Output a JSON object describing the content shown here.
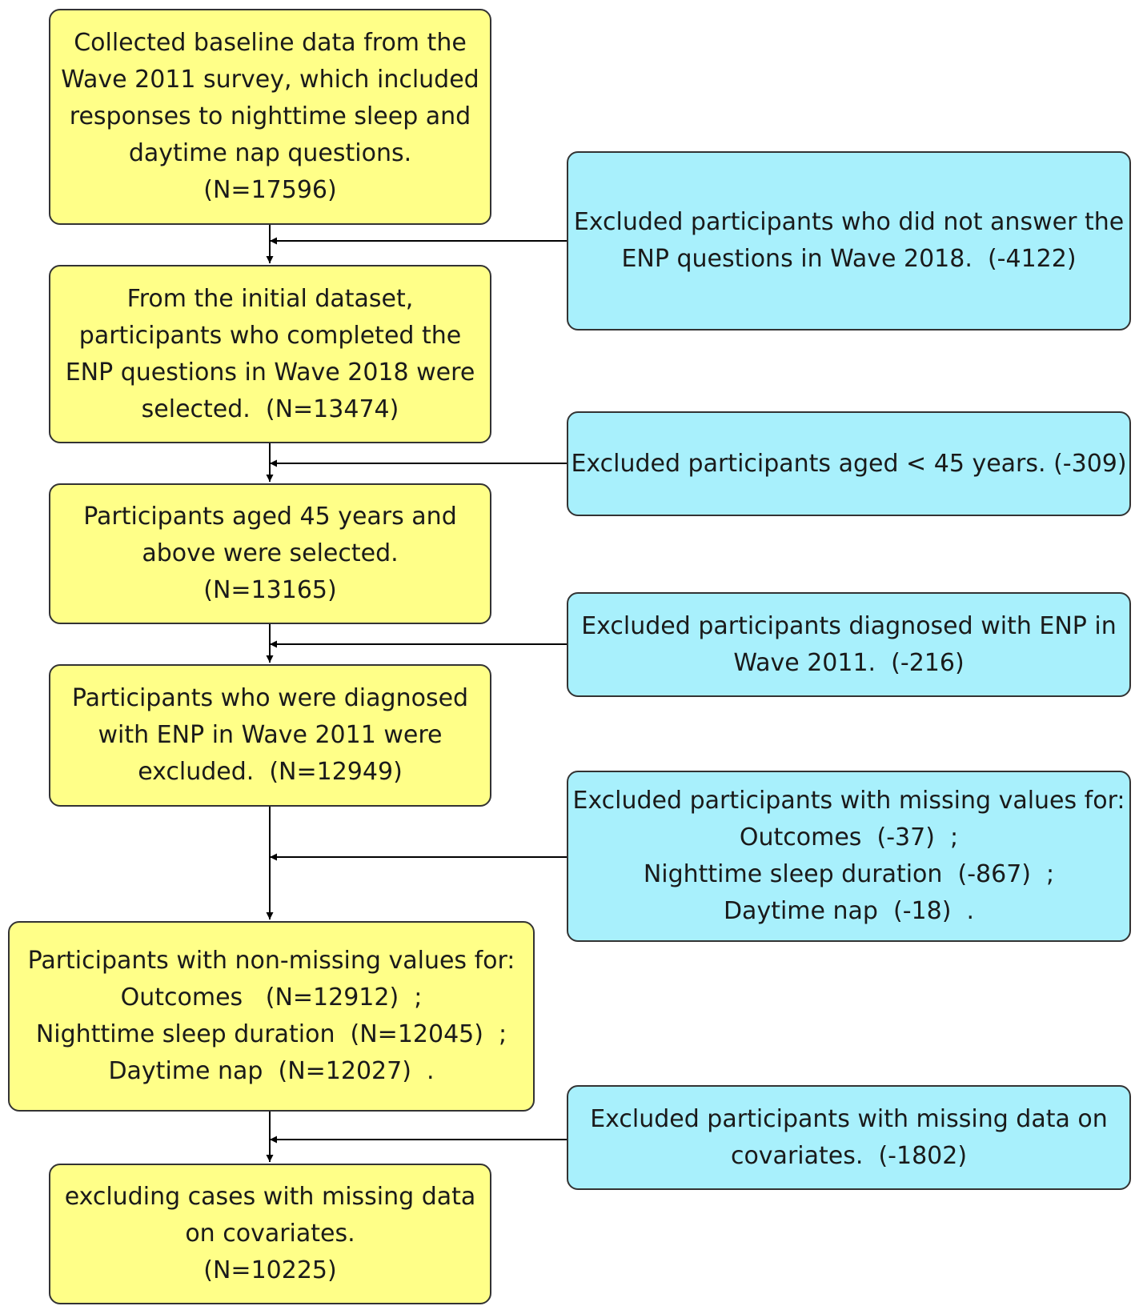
{
  "colors": {
    "main_box": "#ffff88",
    "exclusion_box": "#a8f0fc",
    "lines": "#000000"
  },
  "main": [
    {
      "lines": [
        "Collected baseline data from the",
        "Wave 2011 survey, which included",
        "responses to nighttime sleep and",
        "daytime nap questions.",
        "(N=17596)"
      ]
    },
    {
      "lines": [
        "From the initial dataset,",
        "participants who completed the",
        "ENP questions in Wave 2018 were",
        "selected.  (N=13474)"
      ]
    },
    {
      "lines": [
        "Participants aged 45 years and",
        "above were selected.",
        "(N=13165)"
      ]
    },
    {
      "lines": [
        "Participants who were diagnosed",
        "with ENP in Wave 2011 were",
        "excluded.  (N=12949)"
      ]
    },
    {
      "lines": [
        "Participants with non-missing values for:",
        "Outcomes   (N=12912)  ;",
        "Nighttime sleep duration  (N=12045)  ;",
        "Daytime nap  (N=12027)  ."
      ]
    },
    {
      "lines": [
        "excluding cases with missing data",
        "on covariates.",
        "(N=10225)"
      ]
    }
  ],
  "exclusions": [
    {
      "lines": [
        "Excluded participants who did not answer the",
        "ENP questions in Wave 2018.  (-4122)"
      ]
    },
    {
      "lines": [
        "Excluded participants aged < 45 years. (-309)"
      ]
    },
    {
      "lines": [
        "Excluded participants diagnosed with ENP in",
        "Wave 2011.  (-216)"
      ]
    },
    {
      "lines": [
        "Excluded participants with missing values for:",
        "Outcomes  (-37)  ;",
        "Nighttime sleep duration  (-867)  ;",
        "Daytime nap  (-18)  ."
      ]
    },
    {
      "lines": [
        "Excluded participants with missing data on",
        "covariates.  (-1802)"
      ]
    }
  ]
}
